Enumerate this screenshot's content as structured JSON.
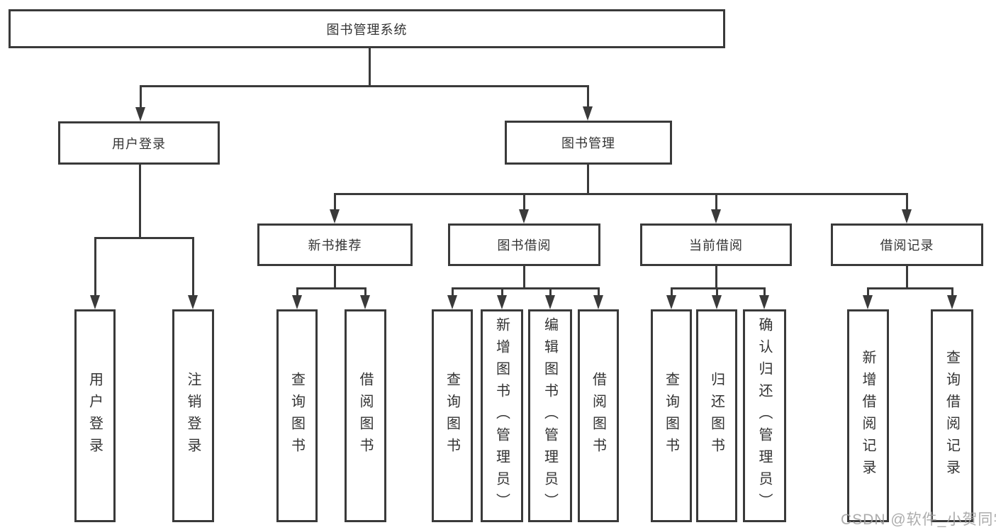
{
  "diagram": {
    "title": "图书管理系统",
    "type": "hierarchy-tree",
    "nodes": {
      "root": "图书管理系统",
      "userLogin": "用户登录",
      "bookManagement": "图书管理",
      "newBookRecommend": "新书推荐",
      "bookBorrow": "图书借阅",
      "currentBorrow": "当前借阅",
      "borrowRecord": "借阅记录",
      "leafUserLogin": "用户登录",
      "leafLogout": "注销登录",
      "nbQueryBook": "查询图书",
      "nbBorrowBook": "借阅图书",
      "bbQueryBook": "查询图书",
      "bbAddBook": "新增图书（管理员）",
      "bbEditBook": "编辑图书（管理员）",
      "bbBorrowBook": "借阅图书",
      "cbQueryBook": "查询图书",
      "cbReturnBook": "归还图书",
      "cbConfirmReturn": "确认归还（管理员）",
      "brAddRecord": "新增借阅记录",
      "brQueryRecord": "查询借阅记录"
    },
    "watermark": "CSDN @软件_小贺同学",
    "colors": {
      "line": "#3a3a3a",
      "text": "#333333",
      "watermark": "#9e9e9e",
      "background": "#ffffff"
    }
  }
}
